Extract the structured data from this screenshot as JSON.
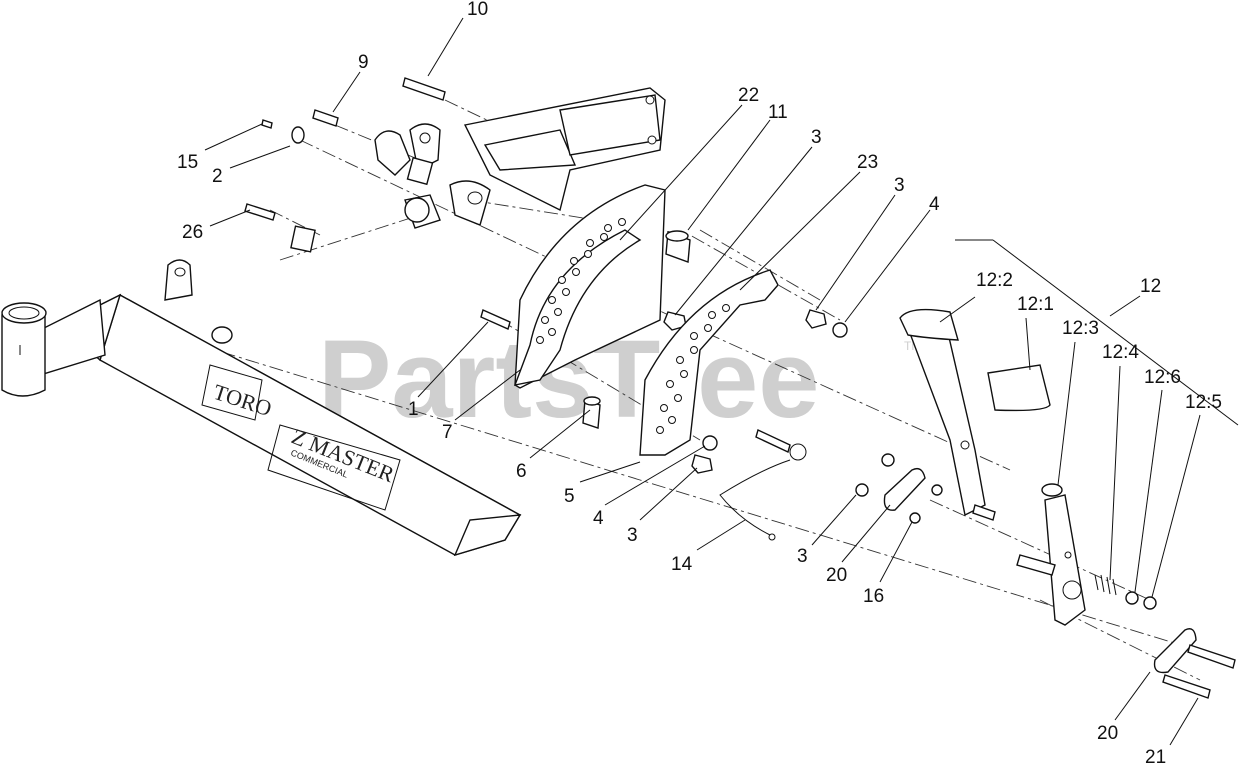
{
  "watermark": {
    "text": "PartsTree",
    "tm": "TM"
  },
  "brand": {
    "logo": "TORO",
    "model": "Z MASTER",
    "sub": "COMMERCIAL"
  },
  "callouts": [
    {
      "id": "10",
      "label": "10"
    },
    {
      "id": "9",
      "label": "9"
    },
    {
      "id": "15",
      "label": "15"
    },
    {
      "id": "2",
      "label": "2"
    },
    {
      "id": "26",
      "label": "26"
    },
    {
      "id": "22",
      "label": "22"
    },
    {
      "id": "11",
      "label": "11"
    },
    {
      "id": "3a",
      "label": "3"
    },
    {
      "id": "23",
      "label": "23"
    },
    {
      "id": "3b",
      "label": "3"
    },
    {
      "id": "4a",
      "label": "4"
    },
    {
      "id": "12",
      "label": "12"
    },
    {
      "id": "12-2",
      "label": "12:2"
    },
    {
      "id": "12-1",
      "label": "12:1"
    },
    {
      "id": "12-3",
      "label": "12:3"
    },
    {
      "id": "12-4",
      "label": "12:4"
    },
    {
      "id": "12-6",
      "label": "12:6"
    },
    {
      "id": "12-5",
      "label": "12:5"
    },
    {
      "id": "1",
      "label": "1"
    },
    {
      "id": "7",
      "label": "7"
    },
    {
      "id": "6",
      "label": "6"
    },
    {
      "id": "5",
      "label": "5"
    },
    {
      "id": "4b",
      "label": "4"
    },
    {
      "id": "3c",
      "label": "3"
    },
    {
      "id": "14",
      "label": "14"
    },
    {
      "id": "3d",
      "label": "3"
    },
    {
      "id": "20a",
      "label": "20"
    },
    {
      "id": "16",
      "label": "16"
    },
    {
      "id": "20b",
      "label": "20"
    },
    {
      "id": "21",
      "label": "21"
    }
  ]
}
